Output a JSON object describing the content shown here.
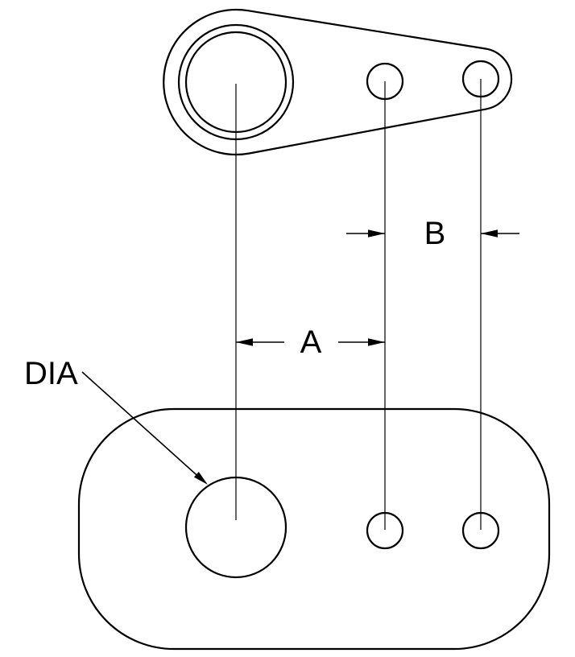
{
  "drawing": {
    "labels": {
      "dim_a": "A",
      "dim_b": "B",
      "dia": "DIA"
    },
    "colors": {
      "line": "#000000",
      "background": "#ffffff"
    }
  }
}
